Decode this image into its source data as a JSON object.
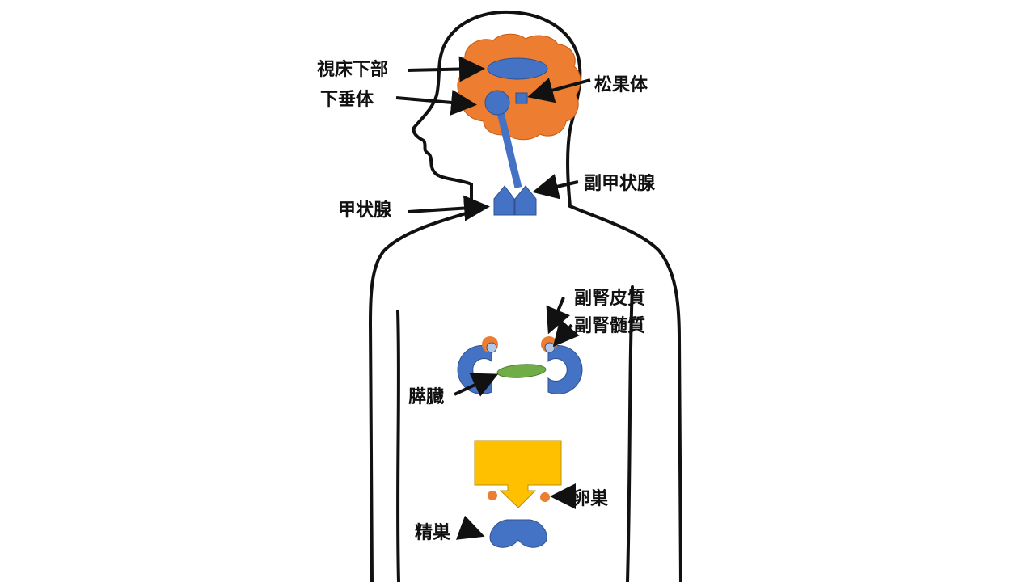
{
  "labels": {
    "hypothalamus": "視床下部",
    "pituitary": "下垂体",
    "pineal": "松果体",
    "parathyroid": "副甲状腺",
    "thyroid": "甲状腺",
    "adrenal_cortex": "副腎皮質",
    "adrenal_medulla": "副腎髄質",
    "pancreas": "膵臓",
    "ovary": "卵巣",
    "testis": "精巣"
  },
  "colors": {
    "brain": "#ED7D31",
    "gland": "#4472C4",
    "pancreas": "#70AD47",
    "uterus": "#FFC000",
    "medulla": "#B4C7E7",
    "outline": "#111111"
  }
}
